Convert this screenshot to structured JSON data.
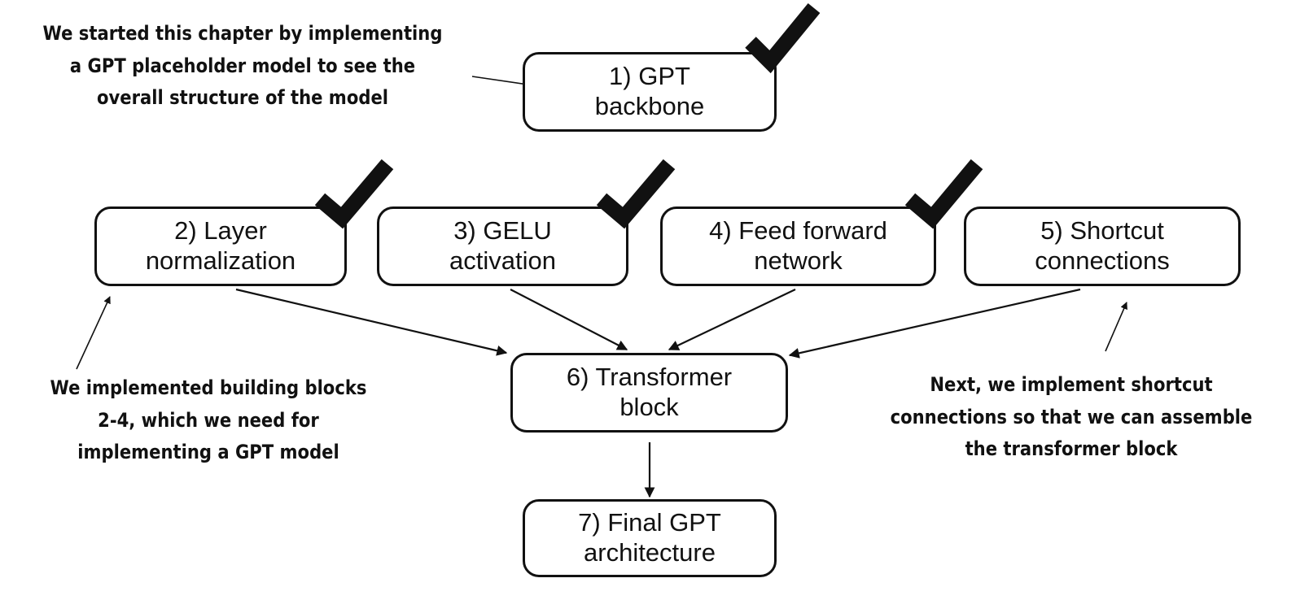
{
  "diagram": {
    "boxes": {
      "gpt_backbone": {
        "line1": "1) GPT",
        "line2": "backbone",
        "completed": true
      },
      "layer_norm": {
        "line1": "2) Layer",
        "line2": "normalization",
        "completed": true
      },
      "gelu": {
        "line1": "3) GELU",
        "line2": "activation",
        "completed": true
      },
      "feed_forward": {
        "line1": "4) Feed forward",
        "line2": "network",
        "completed": true
      },
      "shortcut": {
        "line1": "5) Shortcut",
        "line2": "connections",
        "completed": false
      },
      "transformer": {
        "line1": "6) Transformer",
        "line2": "block",
        "completed": false
      },
      "final_gpt": {
        "line1": "7) Final GPT",
        "line2": "architecture",
        "completed": false
      }
    },
    "notes": {
      "top_left": {
        "line1": "We started this chapter by implementing",
        "line2": "a GPT placeholder model to see the",
        "line3": "overall structure of the model"
      },
      "bottom_left": {
        "line1": "We implemented building blocks",
        "line2": "2-4, which we need for",
        "line3": "implementing a GPT model"
      },
      "bottom_right": {
        "line1": "Next, we implement shortcut",
        "line2": "connections so that we can assemble",
        "line3": "the transformer block"
      }
    },
    "edges": [
      {
        "from": "layer_norm",
        "to": "transformer"
      },
      {
        "from": "gelu",
        "to": "transformer"
      },
      {
        "from": "feed_forward",
        "to": "transformer"
      },
      {
        "from": "shortcut",
        "to": "transformer"
      },
      {
        "from": "transformer",
        "to": "final_gpt"
      }
    ],
    "colors": {
      "ink": "#111111",
      "background": "#ffffff"
    }
  }
}
